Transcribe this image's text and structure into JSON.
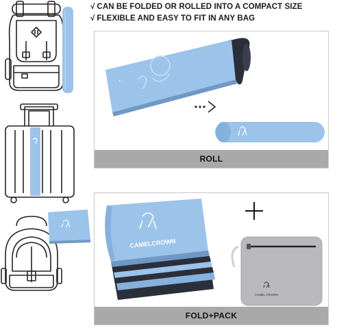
{
  "headlines": {
    "check_mark": "√",
    "line1": "CAN BE FOLDED OR ROLLED INTO A COMPACT SIZE",
    "line2": "FLEXIBLE AND EASY TO FIT IN ANY BAG"
  },
  "panels": {
    "roll_caption": "ROLL",
    "fold_pack_caption": "FOLD+PACK"
  },
  "brand": {
    "mat_brand_text": "CAMELCROWN",
    "pouch_brand_text": "CAMEL CROWN"
  },
  "colors": {
    "mat_blue": "#9cc3ea",
    "mat_dark": "#2b2f3a",
    "caption_gray": "#a9a9a9",
    "pouch_gray": "#b9b9bb"
  }
}
